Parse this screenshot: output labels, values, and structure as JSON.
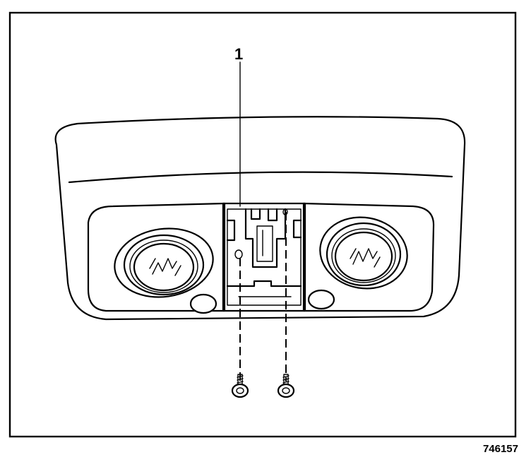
{
  "callouts": [
    {
      "label": "1",
      "target": "dome-lamp-bezel"
    }
  ],
  "figure_id": "746157"
}
